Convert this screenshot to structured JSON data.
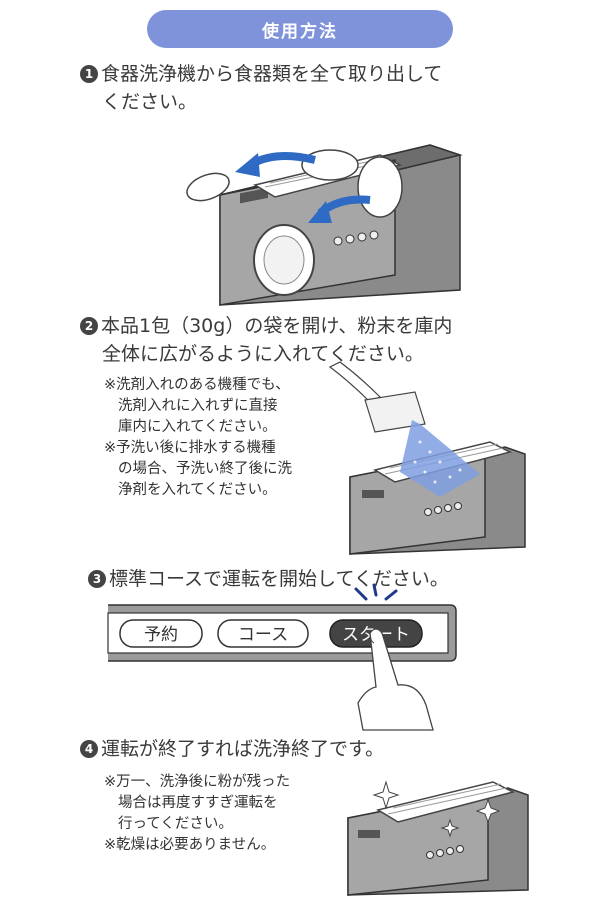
{
  "header": {
    "title": "使用方法"
  },
  "steps": [
    {
      "num": "1",
      "line1": "食器洗浄機から食器類を全て取り出して",
      "line2": "ください。"
    },
    {
      "num": "2",
      "line1": "本品1包（30g）の袋を開け、粉末を庫内",
      "line2": "全体に広がるように入れてください。",
      "notes": [
        {
          "line1": "※洗剤入れのある機種でも、",
          "line2": "洗剤入れに入れずに直接",
          "line3": "庫内に入れてください。"
        },
        {
          "line1": "※予洗い後に排水する機種",
          "line2": "の場合、予洗い終了後に洗",
          "line3": "浄剤を入れてください。"
        }
      ]
    },
    {
      "num": "3",
      "line1": "標準コースで運転を開始してください。",
      "panel": {
        "btn1": "予約",
        "btn2": "コース",
        "btn3": "スタート"
      }
    },
    {
      "num": "4",
      "line1": "運転が終了すれば洗浄終了です。",
      "notes": [
        {
          "line1": "※万一、洗浄後に粉が残った",
          "line2": "場合は再度すすぎ運転を",
          "line3": "行ってください。"
        },
        {
          "line1": "※乾燥は必要ありません。"
        }
      ]
    }
  ],
  "colors": {
    "accent": "#7e93d9",
    "arrow": "#2f6bc4",
    "powder": "#7f9fe0"
  }
}
